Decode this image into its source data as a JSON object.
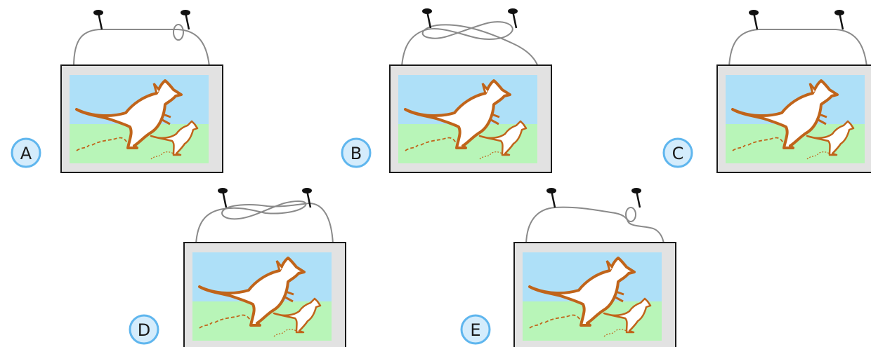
{
  "options": [
    {
      "id": "A",
      "label": "A",
      "wiring": "loop-right"
    },
    {
      "id": "B",
      "label": "B",
      "wiring": "figure-eight-right-end"
    },
    {
      "id": "C",
      "label": "C",
      "wiring": "simple"
    },
    {
      "id": "D",
      "label": "D",
      "wiring": "figure-eight"
    },
    {
      "id": "E",
      "label": "E",
      "wiring": "loop-right-hanging"
    }
  ],
  "colors": {
    "frame_border": "#1a1a1a",
    "mat": "#e2e2e2",
    "sky": "#aee0f8",
    "grass": "#b8f5b8",
    "kangaroo_fill": "#ffffff",
    "kangaroo_stroke": "#c0641a",
    "string": "#8a8a8a",
    "nail": "#111111",
    "badge_fill": "#d4ecfc",
    "badge_stroke": "#5fb6ee"
  }
}
